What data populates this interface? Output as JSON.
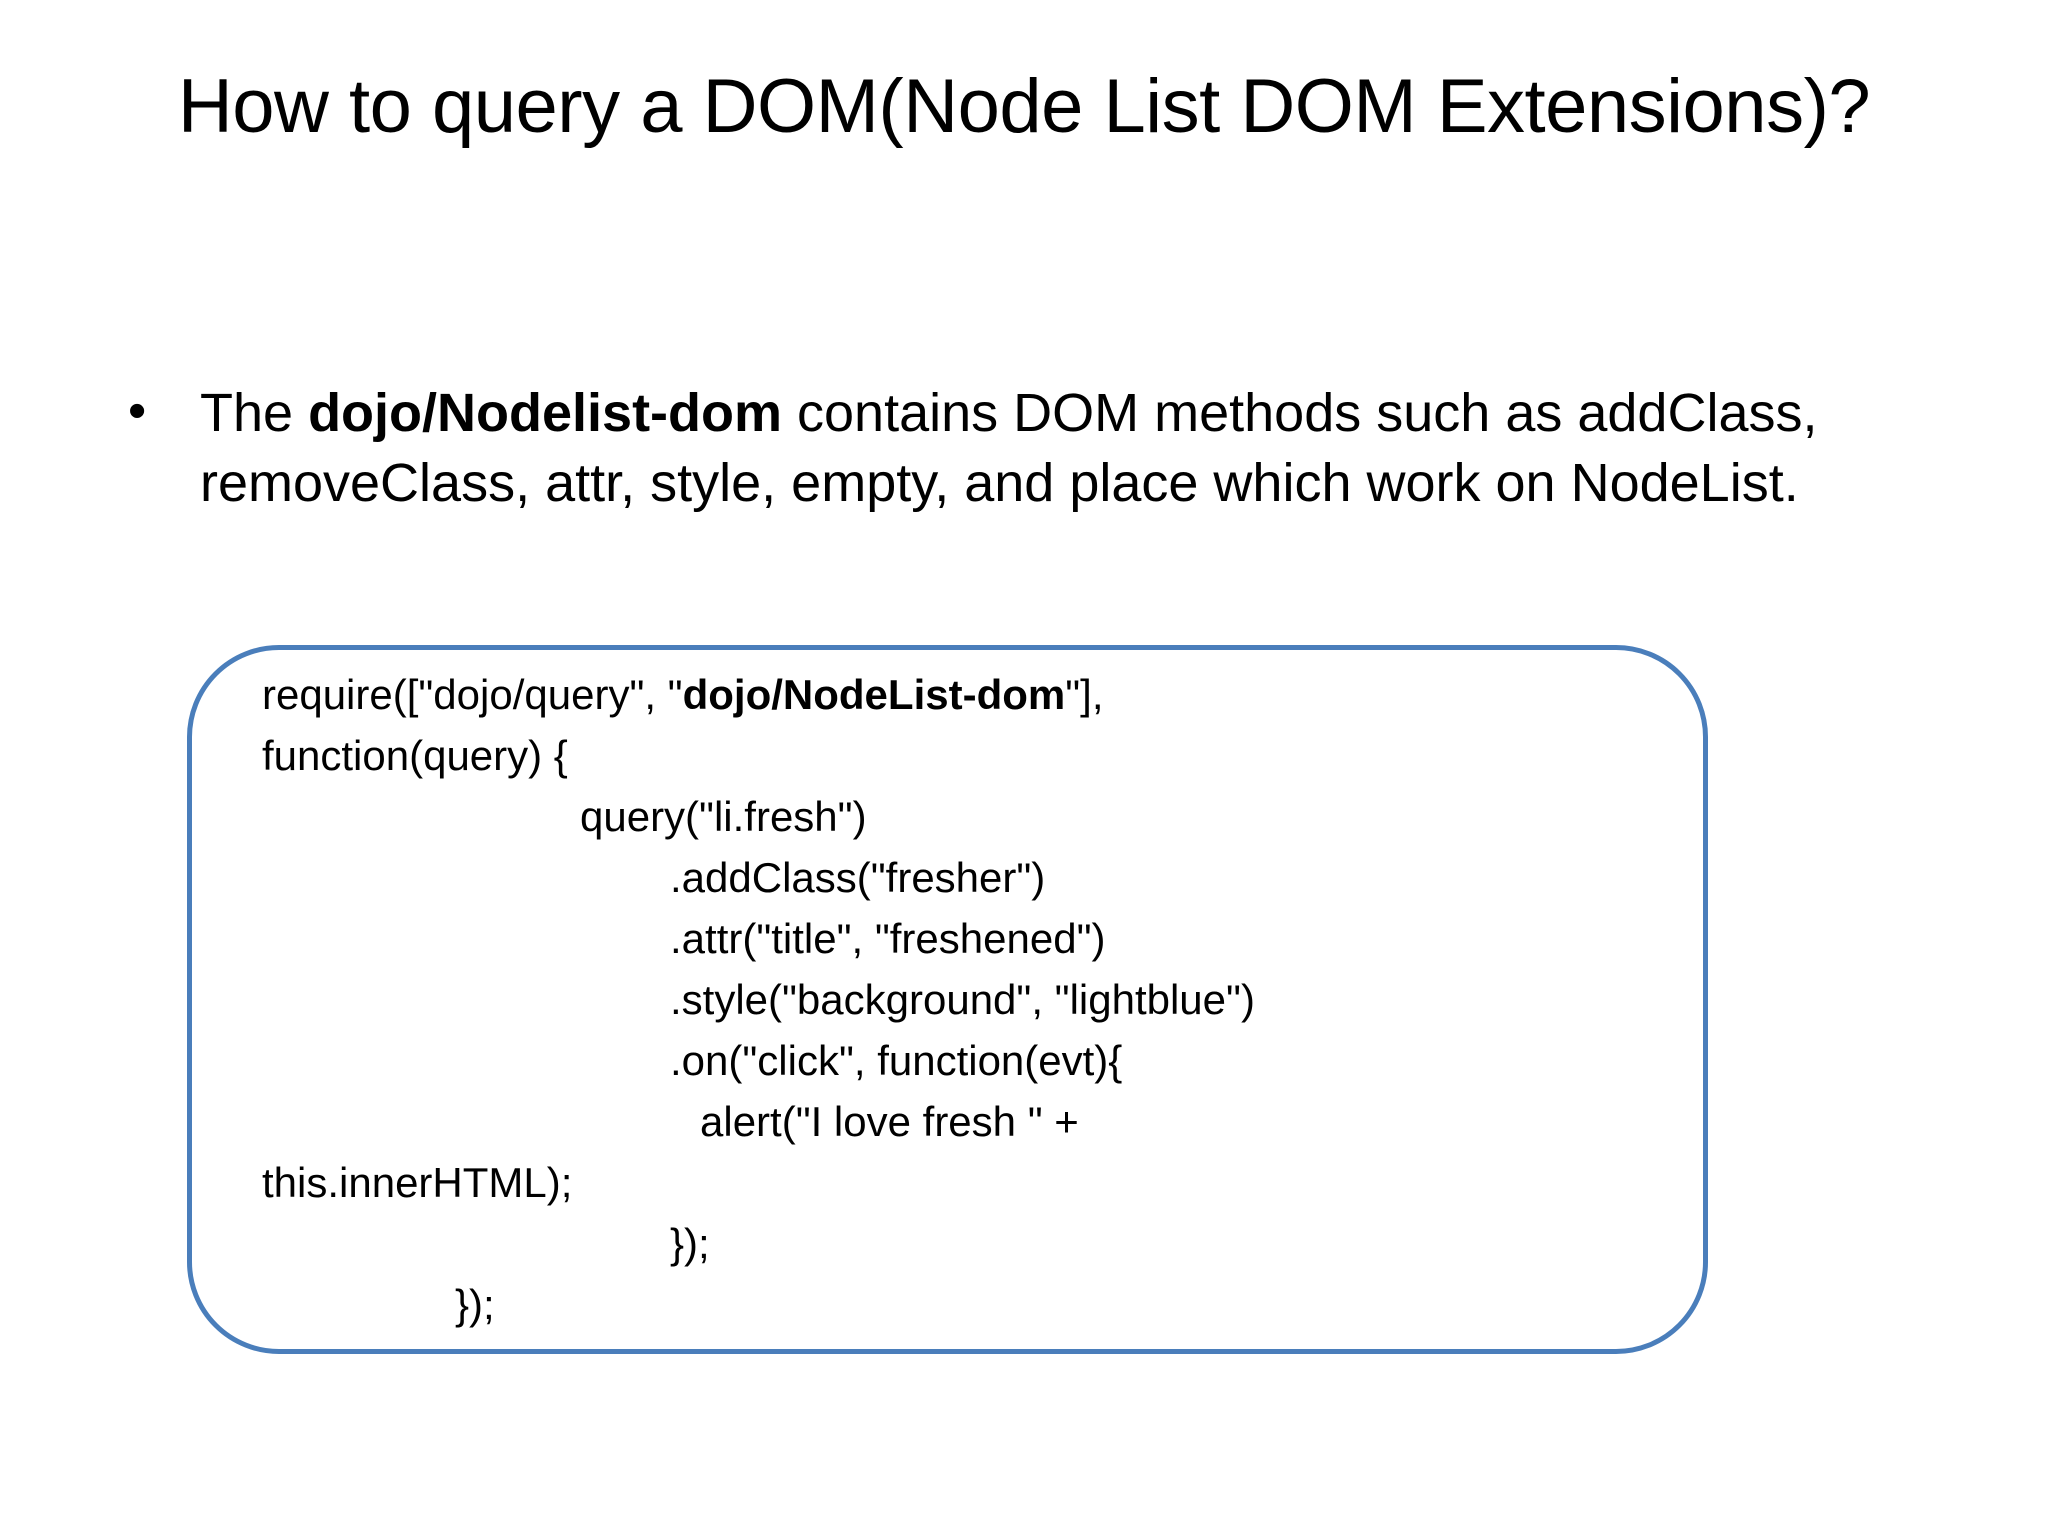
{
  "slide": {
    "title": "How to query a DOM(Node List DOM Extensions)?",
    "bullet": {
      "marker": "•",
      "prefix": "The ",
      "bold_term": "dojo/Nodelist-dom",
      "suffix": " contains DOM methods such as addClass, removeClass, attr, style, empty, and place which work on NodeList."
    },
    "code_box": {
      "border_color": "#4a7ebb",
      "lines": [
        {
          "indent": 0,
          "before": "require([\"dojo/query\", \"",
          "bold": "dojo/NodeList-dom",
          "after": "\"],"
        },
        {
          "indent": 0,
          "before": "function(query) {",
          "bold": "",
          "after": ""
        },
        {
          "indent": 1,
          "before": "query(\"li.fresh\")",
          "bold": "",
          "after": ""
        },
        {
          "indent": 2,
          "before": ".addClass(\"fresher\")",
          "bold": "",
          "after": ""
        },
        {
          "indent": 2,
          "before": ".attr(\"title\", \"freshened\")",
          "bold": "",
          "after": ""
        },
        {
          "indent": 2,
          "before": ".style(\"background\", \"lightblue\")",
          "bold": "",
          "after": ""
        },
        {
          "indent": 2,
          "before": ".on(\"click\", function(evt){",
          "bold": "",
          "after": ""
        },
        {
          "indent": 3,
          "before": "alert(\"I love fresh \" +",
          "bold": "",
          "after": ""
        },
        {
          "indent": 0,
          "before": "this.innerHTML);",
          "bold": "",
          "after": ""
        },
        {
          "indent": 2,
          "before": "});",
          "bold": "",
          "after": ""
        },
        {
          "indent": 4,
          "before": "});",
          "bold": "",
          "after": ""
        }
      ]
    }
  }
}
